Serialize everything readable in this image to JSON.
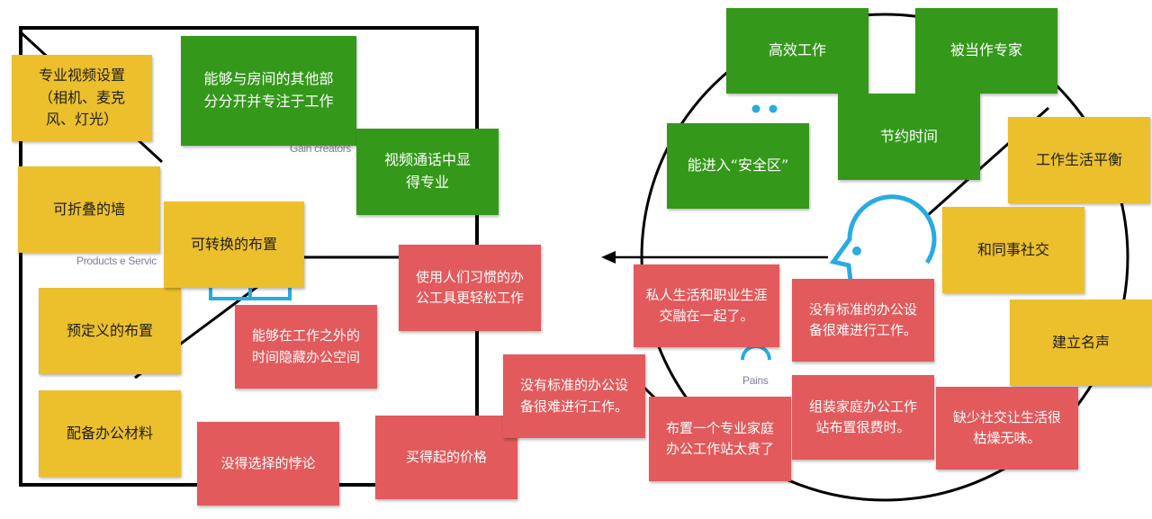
{
  "canvas_labels": {
    "gain_creators": "Gain creators",
    "products_services": "Products e Servic",
    "pains": "Pains"
  },
  "notes": {
    "pro_video_setup": "专业视频设置\n（相机、麦克\n风、灯光）",
    "separate_focus": "能够与房间的其他部\n分分开并专注于工作",
    "professional_video_call": "视频通话中显\n得专业",
    "folding_wall": "可折叠的墙",
    "convertible_layout": "可转换的布置",
    "predefined_layout": "预定义的布置",
    "office_supplies": "配备办公材料",
    "familiar_tools": "使用人们习惯的办\n公工具更轻松工作",
    "hide_office": "能够在工作之外的\n时间隐藏办公空间",
    "choice_paradox": "没得选择的悖论",
    "affordable_price": "买得起的价格",
    "no_standard_equipment_left": "没有标准的办公设\n备很难进行工作。",
    "efficient_work": "高效工作",
    "treated_as_expert": "被当作专家",
    "safe_zone": "能进入“安全区”",
    "save_time": "节约时间",
    "work_life_balance": "工作生活平衡",
    "socialize_colleagues": "和同事社交",
    "build_reputation": "建立名声",
    "private_professional_mixed": "私人生活和职业生涯\n交融在一起了。",
    "no_standard_equipment_right": "没有标准的办公设\n备很难进行工作。",
    "home_office_expensive": "布置一个专业家庭\n办公工作站太贵了",
    "assembling_time_consuming": "组装家庭办公工作\n站布置很费时。",
    "social_life_boring": "缺少社交让生活很\n枯燥无味。"
  },
  "colors": {
    "gain_note": "#34981a",
    "support_note": "#ecbf2c",
    "pain_note": "#e25a5c",
    "canvas_line": "#000000",
    "icon_blue": "#29abe2"
  }
}
